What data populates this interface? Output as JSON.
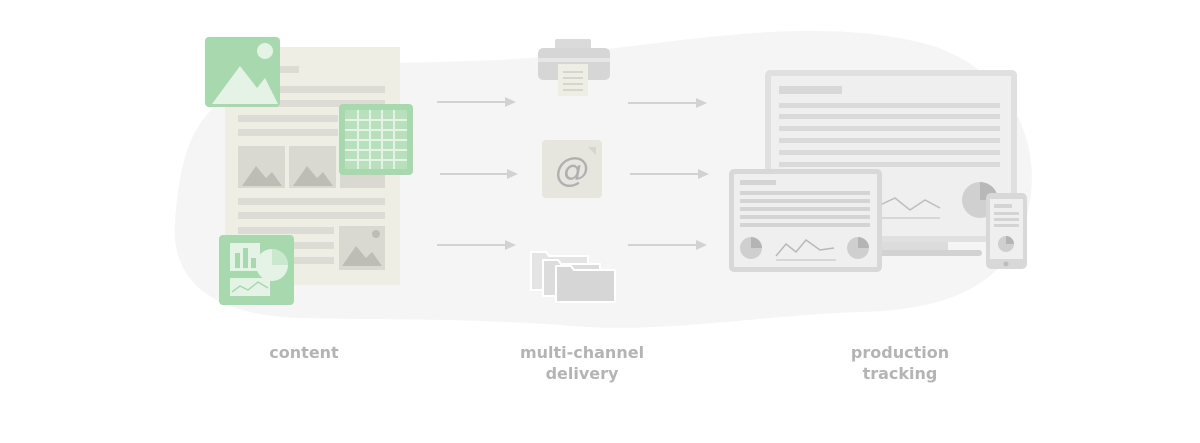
{
  "stages": [
    {
      "id": "content",
      "lines": [
        "content"
      ]
    },
    {
      "id": "delivery",
      "lines": [
        "multi-channel",
        "delivery"
      ]
    },
    {
      "id": "tracking",
      "lines": [
        "production",
        "tracking"
      ]
    }
  ],
  "icons": {
    "content": [
      "document-icon",
      "image-icon",
      "spreadsheet-icon",
      "report-icon"
    ],
    "delivery": [
      "printer-icon",
      "email-icon",
      "folders-icon"
    ],
    "tracking": [
      "desktop-monitor-icon",
      "tablet-icon",
      "phone-icon"
    ]
  },
  "colors": {
    "background_blob": "#f5f5f5",
    "green_accent": "#a8d8ad",
    "green_dark": "#8fcb97",
    "paper": "#eeeee4",
    "line_gray": "#d2d2d2",
    "icon_gray": "#d6d6d6",
    "caption": "#b4b4b4"
  }
}
